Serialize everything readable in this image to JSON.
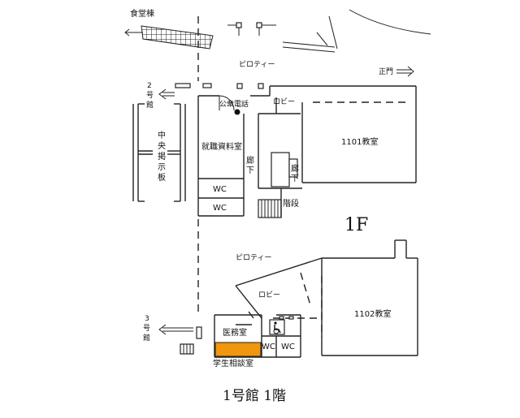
{
  "map": {
    "building_caption": "1号館 1階",
    "floor_label": "1F",
    "labels": {
      "cafeteria": "食堂棟",
      "pilotis_top": "ピロティー",
      "main_gate": "正門",
      "building2_line1": "2",
      "building2_line2": "号",
      "building2_line3": "館",
      "public_phone": "公衆電話",
      "lobby_top": "ロビー",
      "bulletin_1": "中",
      "bulletin_2": "央",
      "bulletin_3": "掲",
      "bulletin_4": "示",
      "bulletin_5": "板",
      "job_room": "就職資料室",
      "room_1101": "1101教室",
      "corridor_left_1": "廊",
      "corridor_left_2": "下",
      "corridor_right_1": "廊",
      "corridor_right_2": "下",
      "wc_1": "WC",
      "wc_2": "WC",
      "stairs": "階段",
      "pilotis_bottom": "ピロティー",
      "lobby_bottom": "ロビー",
      "room_1102": "1102教室",
      "building3_line1": "3",
      "building3_line2": "号",
      "building3_line3": "館",
      "infirmary": "医務室",
      "wc_3": "WC",
      "wc_4": "WC",
      "counseling_room": "学生相談室"
    },
    "highlight_color": "#f0960f"
  }
}
